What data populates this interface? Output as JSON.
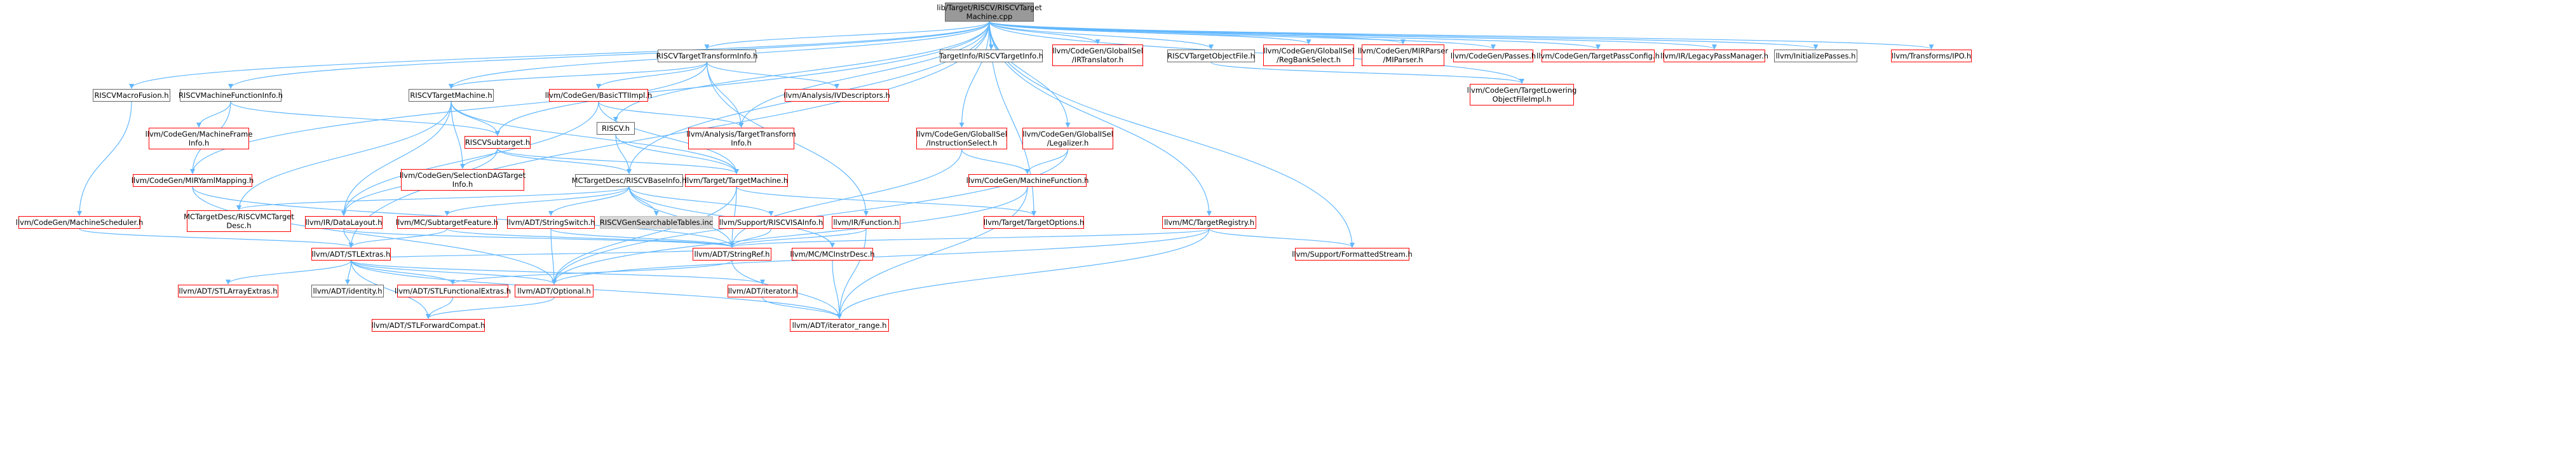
{
  "colors": {
    "edge": "#63b8ff",
    "red_border": "#ff0000",
    "gray_border": "#666666",
    "root_fill": "#999999",
    "table_fill": "#d8d8d8"
  },
  "nodes": {
    "root": {
      "label": "lib/Target/RISCV/RISCVTarget\nMachine.cpp",
      "style": "root"
    },
    "riscv_macro_fusion": {
      "label": "RISCVMacroFusion.h",
      "style": "gray"
    },
    "riscv_machine_function_info": {
      "label": "RISCVMachineFunctionInfo.h",
      "style": "gray"
    },
    "riscv_target_transform_info": {
      "label": "RISCVTargetTransformInfo.h",
      "style": "gray"
    },
    "riscv_target_machine": {
      "label": "RISCVTargetMachine.h",
      "style": "gray"
    },
    "riscv_h": {
      "label": "RISCV.h",
      "style": "gray"
    },
    "targetinfo_riscv": {
      "label": "TargetInfo/RISCVTargetInfo.h",
      "style": "gray"
    },
    "globalisel_irtranslator": {
      "label": "llvm/CodeGen/GlobalISel\n/IRTranslator.h",
      "style": "red"
    },
    "riscv_target_object_file": {
      "label": "RISCVTargetObjectFile.h",
      "style": "gray"
    },
    "globalisel_regbankselect": {
      "label": "llvm/CodeGen/GlobalISel\n/RegBankSelect.h",
      "style": "red"
    },
    "mirparser": {
      "label": "llvm/CodeGen/MIRParser\n/MIParser.h",
      "style": "red"
    },
    "codegen_passes": {
      "label": "llvm/CodeGen/Passes.h",
      "style": "red"
    },
    "target_pass_config": {
      "label": "llvm/CodeGen/TargetPassConfig.h",
      "style": "red"
    },
    "legacy_pass_manager": {
      "label": "llvm/IR/LegacyPassManager.h",
      "style": "red"
    },
    "initialize_passes": {
      "label": "llvm/InitializePasses.h",
      "style": "gray"
    },
    "transforms_ipo": {
      "label": "llvm/Transforms/IPO.h",
      "style": "red"
    },
    "tlof_impl": {
      "label": "llvm/CodeGen/TargetLowering\nObjectFileImpl.h",
      "style": "red"
    },
    "machine_scheduler": {
      "label": "llvm/CodeGen/MachineScheduler.h",
      "style": "red"
    },
    "machine_frame_info": {
      "label": "llvm/CodeGen/MachineFrame\nInfo.h",
      "style": "red"
    },
    "mir_yaml_mapping": {
      "label": "llvm/CodeGen/MIRYamlMapping.h",
      "style": "red"
    },
    "riscv_subtarget": {
      "label": "RISCVSubtarget.h",
      "style": "red"
    },
    "basic_tti_impl": {
      "label": "llvm/CodeGen/BasicTTIImpl.h",
      "style": "red"
    },
    "iv_descriptors": {
      "label": "llvm/Analysis/IVDescriptors.h",
      "style": "red"
    },
    "analysis_tti": {
      "label": "llvm/Analysis/TargetTransform\nInfo.h",
      "style": "red"
    },
    "selection_dag_target_info": {
      "label": "llvm/CodeGen/SelectionDAGTarget\nInfo.h",
      "style": "red"
    },
    "target_machine": {
      "label": "llvm/Target/TargetMachine.h",
      "style": "red"
    },
    "globalisel_instruction_select": {
      "label": "llvm/CodeGen/GlobalISel\n/InstructionSelect.h",
      "style": "red"
    },
    "globalisel_legalizer": {
      "label": "llvm/CodeGen/GlobalISel\n/Legalizer.h",
      "style": "red"
    },
    "machine_function": {
      "label": "llvm/CodeGen/MachineFunction.h",
      "style": "red"
    },
    "mc_riscv_base_info": {
      "label": "MCTargetDesc/RISCVBaseInfo.h",
      "style": "gray"
    },
    "mc_riscv_mc_target_desc": {
      "label": "MCTargetDesc/RISCVMCTarget\nDesc.h",
      "style": "red"
    },
    "ir_data_layout": {
      "label": "llvm/IR/DataLayout.h",
      "style": "red"
    },
    "mc_subtarget_feature": {
      "label": "llvm/MC/SubtargetFeature.h",
      "style": "red"
    },
    "adt_string_switch": {
      "label": "llvm/ADT/StringSwitch.h",
      "style": "red"
    },
    "searchable_tables": {
      "label": "RISCVGenSearchableTables.inc",
      "style": "grayfill"
    },
    "support_riscvisainfo": {
      "label": "llvm/Support/RISCVISAInfo.h",
      "style": "red"
    },
    "ir_function": {
      "label": "llvm/IR/Function.h",
      "style": "red"
    },
    "target_options": {
      "label": "llvm/Target/TargetOptions.h",
      "style": "red"
    },
    "mc_target_registry": {
      "label": "llvm/MC/TargetRegistry.h",
      "style": "red"
    },
    "mc_instr_desc": {
      "label": "llvm/MC/MCInstrDesc.h",
      "style": "red"
    },
    "adt_string_ref": {
      "label": "llvm/ADT/StringRef.h",
      "style": "red"
    },
    "formatted_stream": {
      "label": "llvm/Support/FormattedStream.h",
      "style": "red"
    },
    "adt_stl_extras": {
      "label": "llvm/ADT/STLExtras.h",
      "style": "red"
    },
    "adt_stl_array_extras": {
      "label": "llvm/ADT/STLArrayExtras.h",
      "style": "red"
    },
    "adt_identity": {
      "label": "llvm/ADT/identity.h",
      "style": "gray"
    },
    "adt_stl_functional_extras": {
      "label": "llvm/ADT/STLFunctionalExtras.h",
      "style": "red"
    },
    "adt_optional": {
      "label": "llvm/ADT/Optional.h",
      "style": "red"
    },
    "adt_iterator": {
      "label": "llvm/ADT/iterator.h",
      "style": "red"
    },
    "adt_stl_forward_compat": {
      "label": "llvm/ADT/STLForwardCompat.h",
      "style": "red"
    },
    "adt_iterator_range": {
      "label": "llvm/ADT/iterator_range.h",
      "style": "red"
    }
  },
  "edges": [
    [
      "root",
      "riscv_macro_fusion"
    ],
    [
      "root",
      "riscv_machine_function_info"
    ],
    [
      "root",
      "riscv_target_transform_info"
    ],
    [
      "root",
      "riscv_target_machine"
    ],
    [
      "root",
      "riscv_h"
    ],
    [
      "root",
      "targetinfo_riscv"
    ],
    [
      "root",
      "globalisel_irtranslator"
    ],
    [
      "root",
      "riscv_target_object_file"
    ],
    [
      "root",
      "globalisel_regbankselect"
    ],
    [
      "root",
      "mirparser"
    ],
    [
      "root",
      "codegen_passes"
    ],
    [
      "root",
      "target_pass_config"
    ],
    [
      "root",
      "legacy_pass_manager"
    ],
    [
      "root",
      "initialize_passes"
    ],
    [
      "root",
      "transforms_ipo"
    ],
    [
      "root",
      "tlof_impl"
    ],
    [
      "root",
      "mir_yaml_mapping"
    ],
    [
      "root",
      "analysis_tti"
    ],
    [
      "root",
      "globalisel_instruction_select"
    ],
    [
      "root",
      "globalisel_legalizer"
    ],
    [
      "root",
      "target_options"
    ],
    [
      "root",
      "mc_target_registry"
    ],
    [
      "root",
      "formatted_stream"
    ],
    [
      "root",
      "adt_stl_extras"
    ],
    [
      "root",
      "mc_riscv_base_info"
    ],
    [
      "riscv_macro_fusion",
      "machine_scheduler"
    ],
    [
      "riscv_machine_function_info",
      "machine_frame_info"
    ],
    [
      "riscv_machine_function_info",
      "mir_yaml_mapping"
    ],
    [
      "riscv_machine_function_info",
      "riscv_subtarget"
    ],
    [
      "riscv_target_transform_info",
      "riscv_target_machine"
    ],
    [
      "riscv_target_transform_info",
      "riscv_subtarget"
    ],
    [
      "riscv_target_transform_info",
      "basic_tti_impl"
    ],
    [
      "riscv_target_transform_info",
      "iv_descriptors"
    ],
    [
      "riscv_target_transform_info",
      "analysis_tti"
    ],
    [
      "riscv_target_transform_info",
      "ir_function"
    ],
    [
      "riscv_target_machine",
      "riscv_subtarget"
    ],
    [
      "riscv_target_machine",
      "mc_riscv_mc_target_desc"
    ],
    [
      "riscv_target_machine",
      "selection_dag_target_info"
    ],
    [
      "riscv_target_machine",
      "ir_data_layout"
    ],
    [
      "riscv_target_machine",
      "target_machine"
    ],
    [
      "riscv_subtarget",
      "selection_dag_target_info"
    ],
    [
      "riscv_subtarget",
      "mc_riscv_base_info"
    ],
    [
      "riscv_subtarget",
      "target_machine"
    ],
    [
      "riscv_subtarget",
      "ir_data_layout"
    ],
    [
      "basic_tti_impl",
      "analysis_tti"
    ],
    [
      "basic_tti_impl",
      "target_machine"
    ],
    [
      "basic_tti_impl",
      "ir_data_layout"
    ],
    [
      "riscv_h",
      "mc_riscv_base_info"
    ],
    [
      "riscv_h",
      "target_machine"
    ],
    [
      "riscv_target_object_file",
      "tlof_impl"
    ],
    [
      "globalisel_instruction_select",
      "machine_function"
    ],
    [
      "globalisel_instruction_select",
      "adt_string_ref"
    ],
    [
      "globalisel_legalizer",
      "machine_function"
    ],
    [
      "globalisel_legalizer",
      "adt_optional"
    ],
    [
      "machine_function",
      "adt_optional"
    ],
    [
      "machine_function",
      "adt_iterator_range"
    ],
    [
      "target_machine",
      "target_options"
    ],
    [
      "target_machine",
      "adt_string_ref"
    ],
    [
      "target_machine",
      "adt_optional"
    ],
    [
      "mc_riscv_base_info",
      "mc_riscv_mc_target_desc"
    ],
    [
      "mc_riscv_base_info",
      "mc_subtarget_feature"
    ],
    [
      "mc_riscv_base_info",
      "adt_string_switch"
    ],
    [
      "mc_riscv_base_info",
      "searchable_tables"
    ],
    [
      "mc_riscv_base_info",
      "support_riscvisainfo"
    ],
    [
      "mc_riscv_base_info",
      "mc_instr_desc"
    ],
    [
      "mc_riscv_base_info",
      "adt_string_ref"
    ],
    [
      "machine_scheduler",
      "adt_stl_extras"
    ],
    [
      "mir_yaml_mapping",
      "adt_optional"
    ],
    [
      "mir_yaml_mapping",
      "adt_string_ref"
    ],
    [
      "ir_data_layout",
      "adt_stl_extras"
    ],
    [
      "ir_data_layout",
      "adt_string_ref"
    ],
    [
      "mc_subtarget_feature",
      "adt_stl_extras"
    ],
    [
      "mc_subtarget_feature",
      "adt_string_ref"
    ],
    [
      "adt_string_switch",
      "adt_string_ref"
    ],
    [
      "adt_string_switch",
      "adt_optional"
    ],
    [
      "support_riscvisainfo",
      "adt_string_ref"
    ],
    [
      "ir_function",
      "adt_string_ref"
    ],
    [
      "ir_function",
      "adt_iterator_range"
    ],
    [
      "mc_target_registry",
      "adt_string_ref"
    ],
    [
      "mc_target_registry",
      "adt_optional"
    ],
    [
      "mc_target_registry",
      "formatted_stream"
    ],
    [
      "mc_target_registry",
      "adt_iterator_range"
    ],
    [
      "mc_instr_desc",
      "adt_iterator_range"
    ],
    [
      "adt_string_ref",
      "adt_stl_extras"
    ],
    [
      "adt_string_ref",
      "adt_stl_functional_extras"
    ],
    [
      "adt_string_ref",
      "adt_iterator_range"
    ],
    [
      "adt_stl_extras",
      "adt_stl_array_extras"
    ],
    [
      "adt_stl_extras",
      "adt_identity"
    ],
    [
      "adt_stl_extras",
      "adt_stl_functional_extras"
    ],
    [
      "adt_stl_extras",
      "adt_optional"
    ],
    [
      "adt_stl_extras",
      "adt_iterator"
    ],
    [
      "adt_stl_extras",
      "adt_stl_forward_compat"
    ],
    [
      "adt_stl_extras",
      "adt_iterator_range"
    ],
    [
      "adt_stl_functional_extras",
      "adt_stl_forward_compat"
    ],
    [
      "adt_optional",
      "adt_stl_forward_compat"
    ],
    [
      "adt_iterator",
      "adt_iterator_range"
    ]
  ]
}
